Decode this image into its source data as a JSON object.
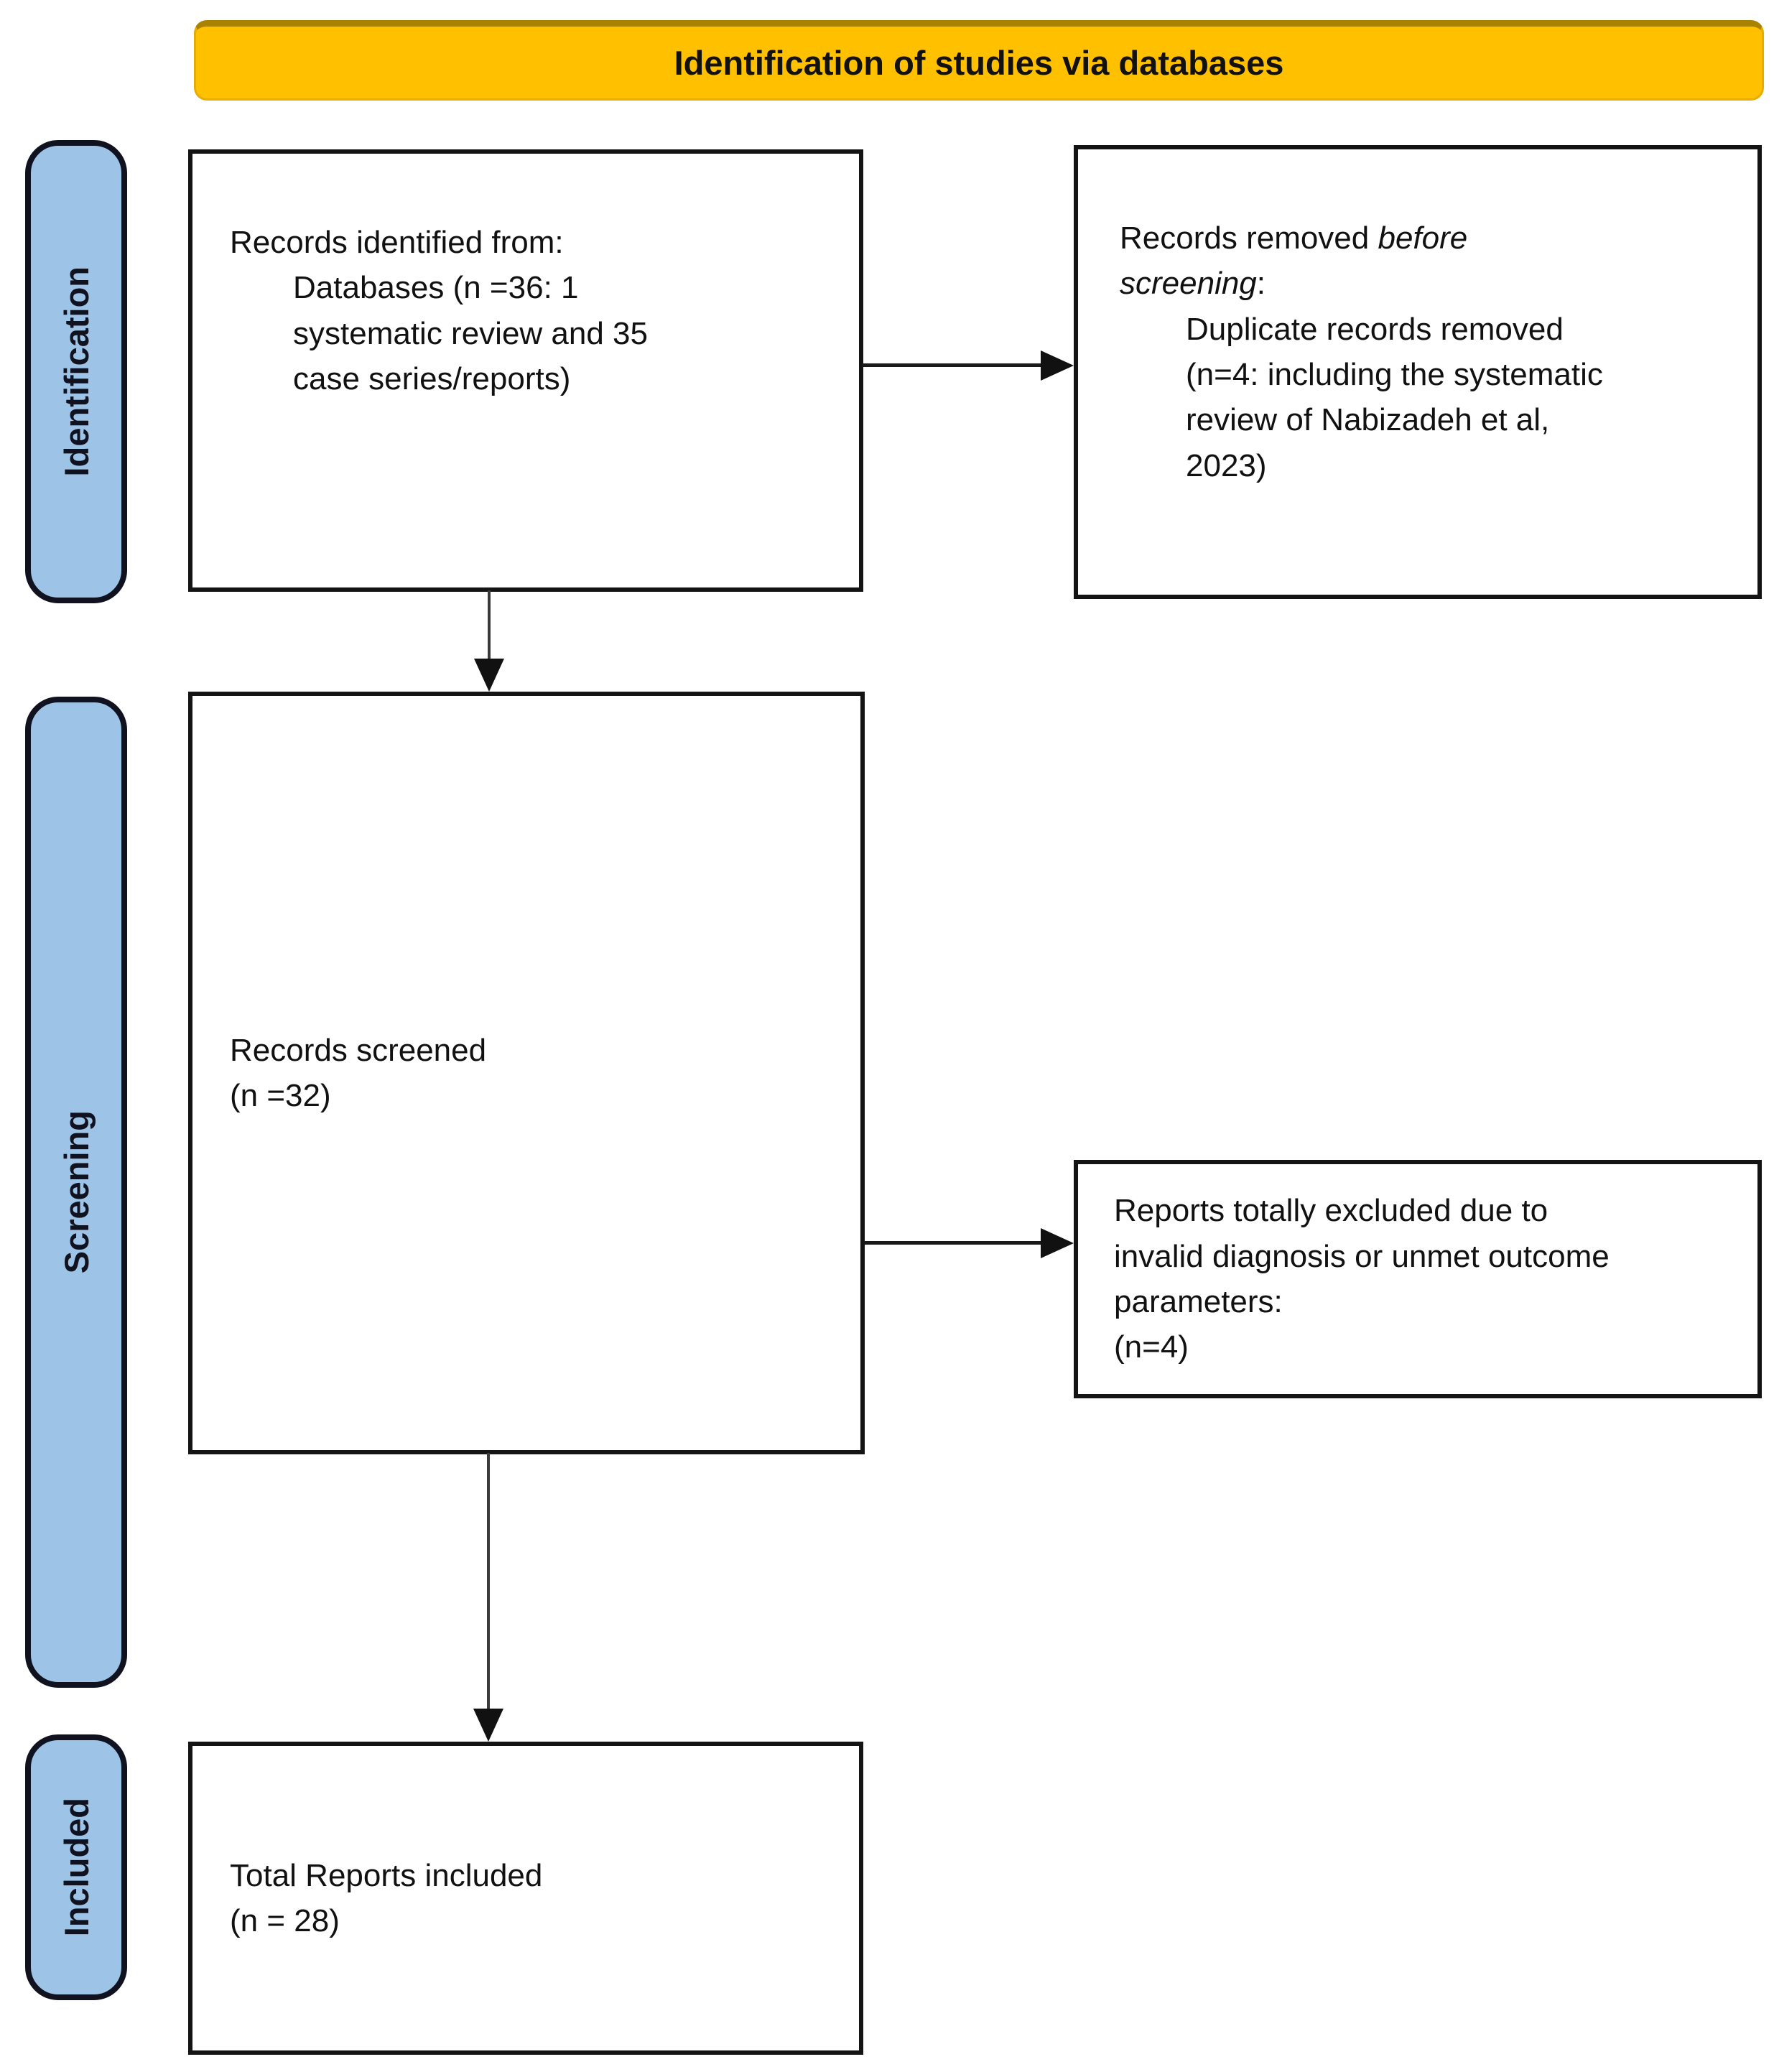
{
  "banner": {
    "title": "Identification of studies via databases"
  },
  "colors": {
    "banner_bg": "#FFC000",
    "stage_bg": "#9DC3E6",
    "border": "#141414",
    "text": "#111111"
  },
  "stages": [
    {
      "label": "Identification"
    },
    {
      "label": "Screening"
    },
    {
      "label": "Included"
    }
  ],
  "boxes": {
    "records_identified": {
      "intro": "Records identified from:",
      "detail": "Databases (n =36: 1 systematic review and 35 case series/reports)"
    },
    "records_removed": {
      "intro_prefix": "Records removed ",
      "intro_italic": "before screening",
      "intro_suffix": ":",
      "detail": "Duplicate records removed (n=4: including the systematic review of Nabizadeh et al, 2023)"
    },
    "records_screened": {
      "line1": "Records screened",
      "line2": "(n =32)"
    },
    "reports_excluded": {
      "line1": "Reports totally excluded due to invalid diagnosis or unmet outcome parameters:",
      "line2": "(n=4)"
    },
    "total_included": {
      "line1": "Total Reports included",
      "line2": "(n = 28)"
    }
  }
}
